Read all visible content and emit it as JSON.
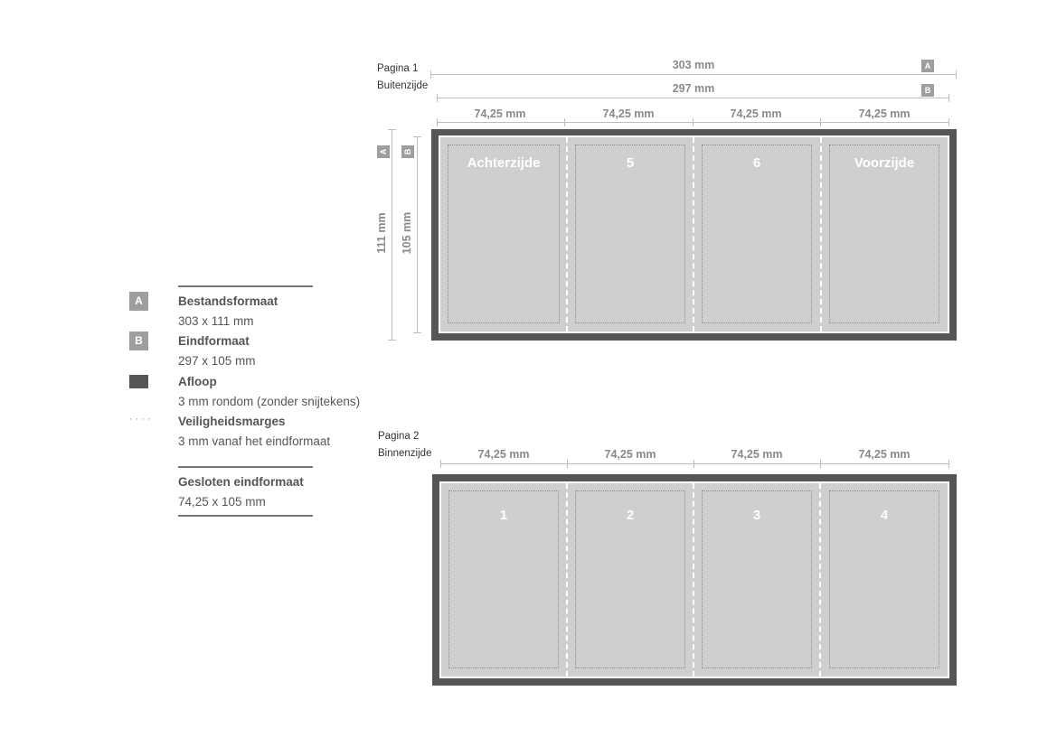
{
  "page1": {
    "caption_line1": "Pagina 1",
    "caption_line2": "Buitenzijde",
    "width_a": "303 mm",
    "width_b": "297 mm",
    "height_a": "111 mm",
    "height_b": "105 mm",
    "panel_widths": [
      "74,25 mm",
      "74,25 mm",
      "74,25 mm",
      "74,25 mm"
    ],
    "panels": [
      "Achterzijde",
      "5",
      "6",
      "Voorzijde"
    ]
  },
  "page2": {
    "caption_line1": "Pagina 2",
    "caption_line2": "Binnenzijde",
    "panel_widths": [
      "74,25 mm",
      "74,25 mm",
      "74,25 mm",
      "74,25 mm"
    ],
    "panels": [
      "1",
      "2",
      "3",
      "4"
    ]
  },
  "badges": {
    "a": "A",
    "b": "B"
  },
  "legend": {
    "file_format_title": "Bestandsformaat",
    "file_format_value": "303 x 111 mm",
    "final_format_title": "Eindformaat",
    "final_format_value": "297 x 105 mm",
    "bleed_title": "Afloop",
    "bleed_value": "3 mm rondom (zonder snijtekens)",
    "safety_symbol": "· · · ·",
    "safety_title": "Veiligheidsmarges",
    "safety_value": "3 mm vanaf het eindformaat",
    "closed_title": "Gesloten eindformaat",
    "closed_value": "74,25 x 105 mm"
  },
  "colors": {
    "bleed": "#565656",
    "trim": "#cfcfcf",
    "badge": "#9e9e9e",
    "dimension": "#bdbdbd"
  }
}
